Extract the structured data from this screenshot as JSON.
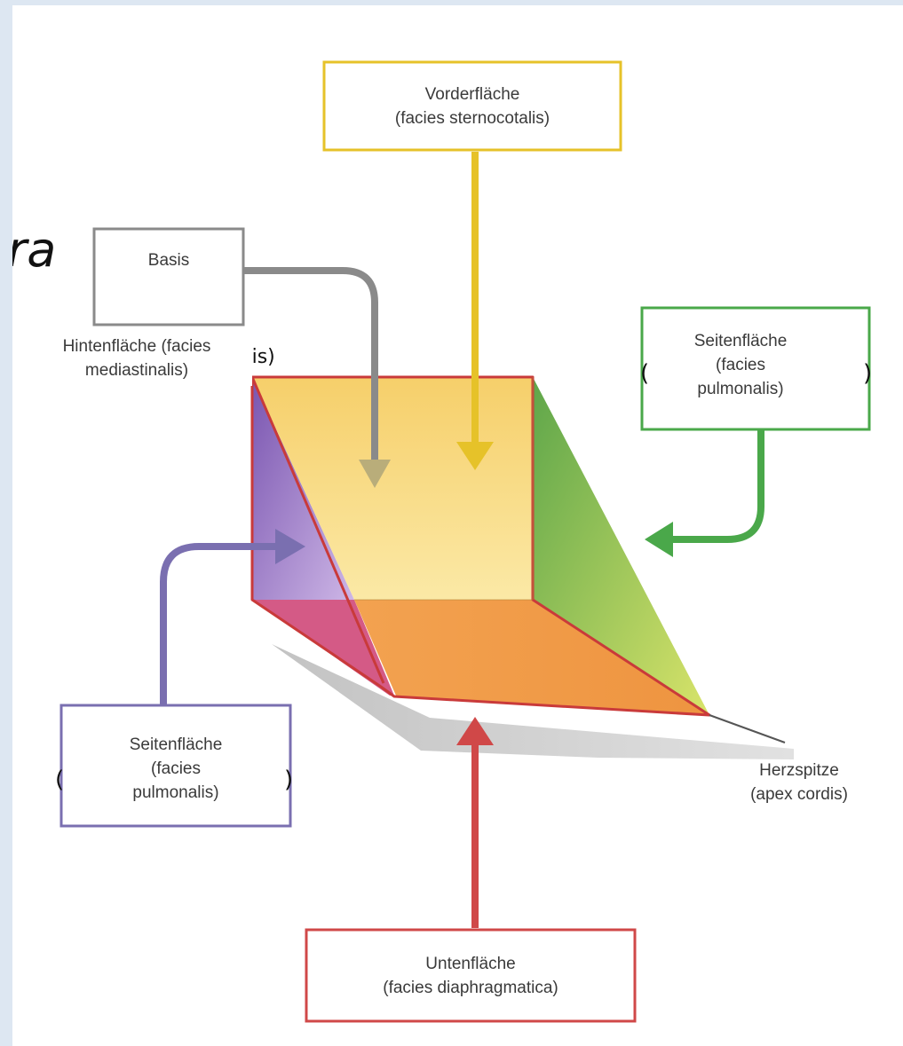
{
  "colors": {
    "front": "#e6c229",
    "base": "#8a8a8a",
    "back": "#7a6fb0",
    "side_right": "#4aa84a",
    "bottom": "#d04848",
    "apex": "#555555"
  },
  "labels": {
    "vorderflaeche": {
      "line1": "Vorderfläche",
      "line2": "(facies sternocotalis)"
    },
    "basis": {
      "line1": "Basis"
    },
    "hintenflaeche": {
      "line1": "Hintenfläche (facies",
      "line2": "mediastinalis)"
    },
    "seitenflaeche_rechts": {
      "line1": "Seitenfläche",
      "line2": "(facies",
      "line3": "pulmonalis)"
    },
    "seitenflaeche_links": {
      "line1": "Seitenfläche",
      "line2": "(facies",
      "line3": "pulmonalis)"
    },
    "herzspitze": {
      "line1": "Herzspitze",
      "line2": "(apex cordis)"
    },
    "untenflaeche": {
      "line1": "Untenfläche",
      "line2": "(facies diaphragmatica)"
    }
  },
  "fragments": {
    "ra": "ra",
    "alis": "alis)",
    "paren_open": "(",
    "paren_close": ")"
  }
}
